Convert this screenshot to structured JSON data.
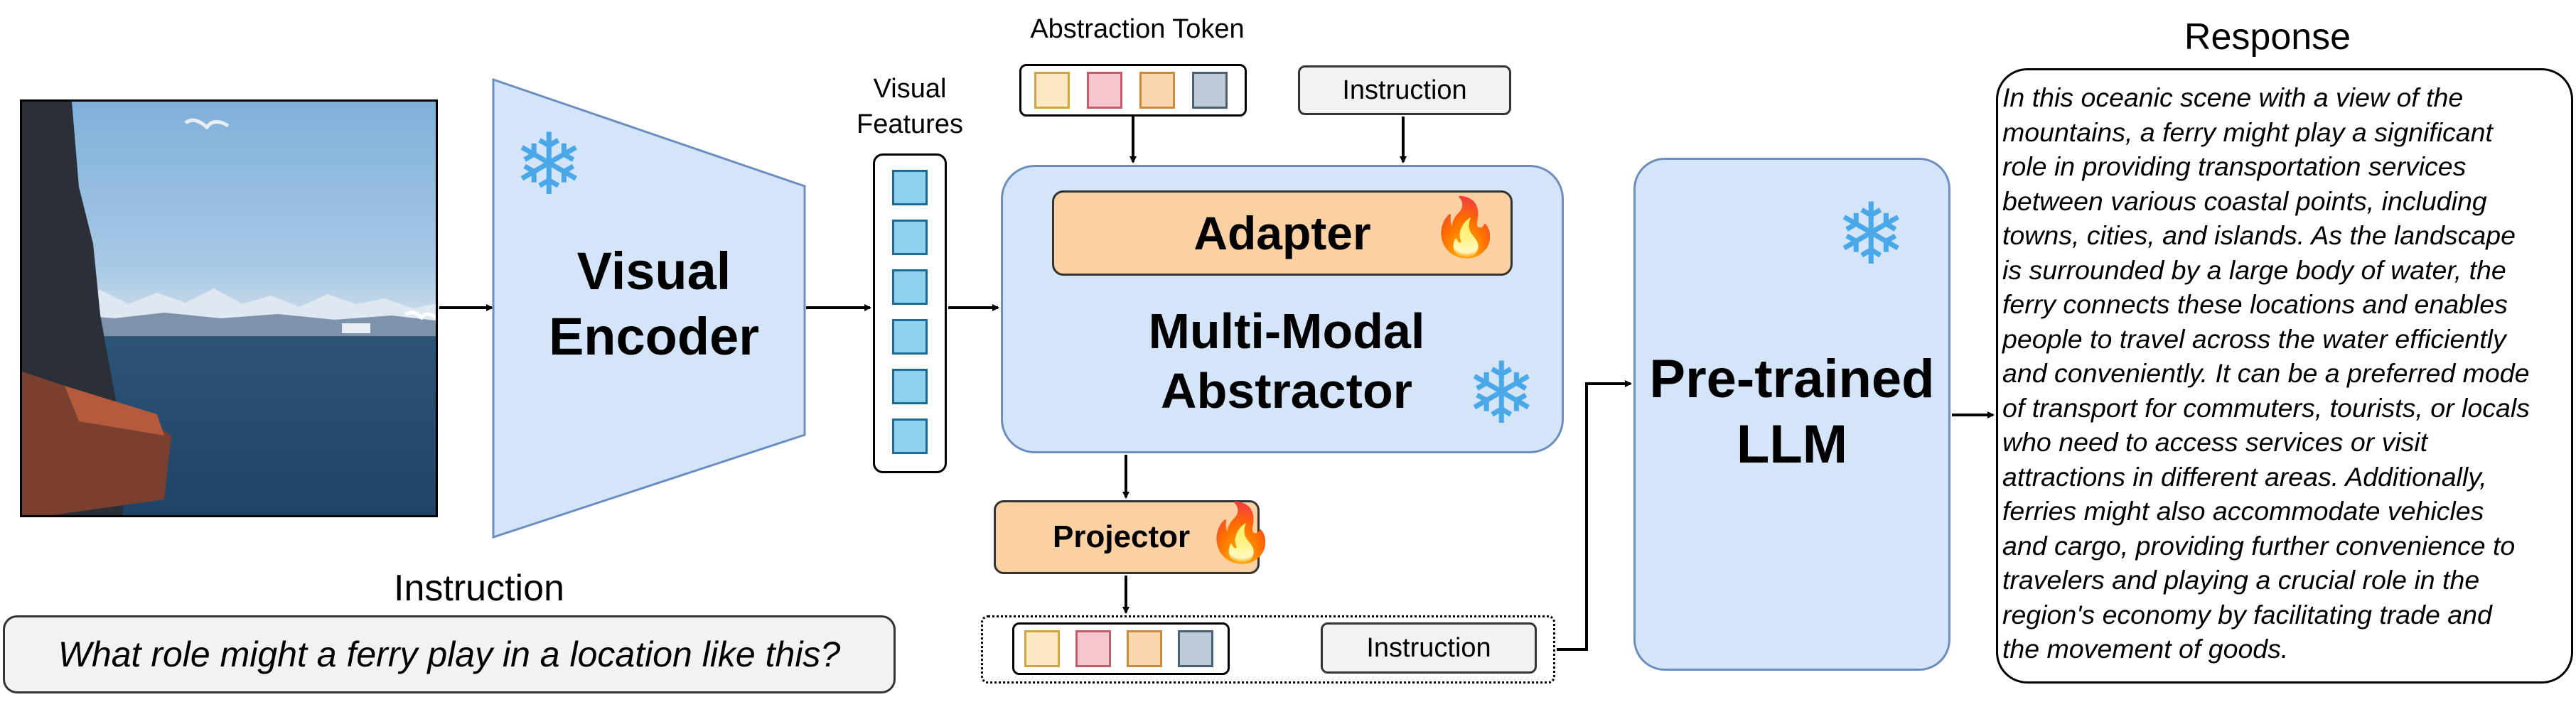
{
  "encoder": {
    "line1": "Visual",
    "line2": "Encoder"
  },
  "features": {
    "line1": "Visual",
    "line2": "Features",
    "cell_count": 6
  },
  "abstraction_token": {
    "title": "Abstraction Token"
  },
  "instruction_top": "Instruction",
  "adapter": "Adapter",
  "abstractor": {
    "line1": "Multi-Modal",
    "line2": "Abstractor"
  },
  "projector": "Projector",
  "instruction_bottom": "Instruction",
  "llm": {
    "line1": "Pre-trained",
    "line2": "LLM"
  },
  "response": {
    "title": "Response",
    "lines": [
      "In this oceanic scene with a view of the",
      "mountains, a ferry might play a significant",
      "role in providing transportation services",
      "between various coastal points, including",
      "towns, cities, and islands. As the landscape",
      "is surrounded by a large body of water, the",
      "ferry connects these locations and enables",
      "people to travel across the water efficiently",
      "and conveniently. It can be a preferred mode",
      "of transport for commuters, tourists, or locals",
      "who need to access services or visit",
      "attractions in different areas. Additionally,",
      "ferries might also accommodate vehicles",
      "and cargo, providing further convenience to",
      "travelers and playing a crucial role in the",
      "region's economy by facilitating trade and",
      "the movement of goods."
    ]
  },
  "question": {
    "title": "Instruction",
    "text": "What role might a ferry play in a location like this?"
  },
  "icons": {
    "frozen": "snowflake-icon",
    "trainable": "fire-icon"
  },
  "colors": {
    "module_fill": "#d4e5fa",
    "module_border": "#6c8ebf",
    "trainable_fill": "#fbd0a2",
    "feature_fill": "#8fd1ef",
    "token_colors": [
      {
        "fill": "#fde8c4",
        "border": "#d6a43c"
      },
      {
        "fill": "#f4c7cf",
        "border": "#c85a6a"
      },
      {
        "fill": "#fbd7b0",
        "border": "#cc8a3c"
      },
      {
        "fill": "#bccad8",
        "border": "#4a5e74"
      }
    ]
  }
}
